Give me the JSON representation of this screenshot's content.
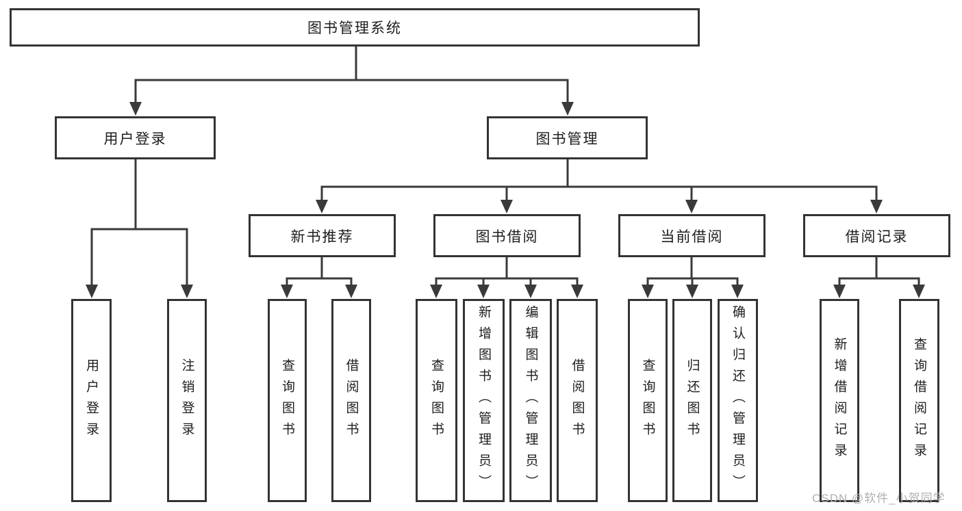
{
  "tree": {
    "root": {
      "label": "图书管理系统",
      "children": [
        {
          "label": "用户登录",
          "children": [
            {
              "label": "用户登录"
            },
            {
              "label": "注销登录"
            }
          ]
        },
        {
          "label": "图书管理",
          "children": [
            {
              "label": "新书推荐",
              "children": [
                {
                  "label": "查询图书"
                },
                {
                  "label": "借阅图书"
                }
              ]
            },
            {
              "label": "图书借阅",
              "children": [
                {
                  "label": "查询图书"
                },
                {
                  "label": "新增图书（管理员）"
                },
                {
                  "label": "编辑图书（管理员）"
                },
                {
                  "label": "借阅图书"
                }
              ]
            },
            {
              "label": "当前借阅",
              "children": [
                {
                  "label": "查询图书"
                },
                {
                  "label": "归还图书"
                },
                {
                  "label": "确认归还（管理员）"
                }
              ]
            },
            {
              "label": "借阅记录",
              "children": [
                {
                  "label": "新增借阅记录"
                },
                {
                  "label": "查询借阅记录"
                }
              ]
            }
          ]
        }
      ]
    }
  },
  "watermark": {
    "text": "CSDN @软件_小贺同学"
  },
  "colors": {
    "line": "#3a3a3a",
    "box_border": "#333333",
    "text": "#1d1d1d",
    "watermark": "#b0b0b0",
    "background": "#ffffff"
  }
}
